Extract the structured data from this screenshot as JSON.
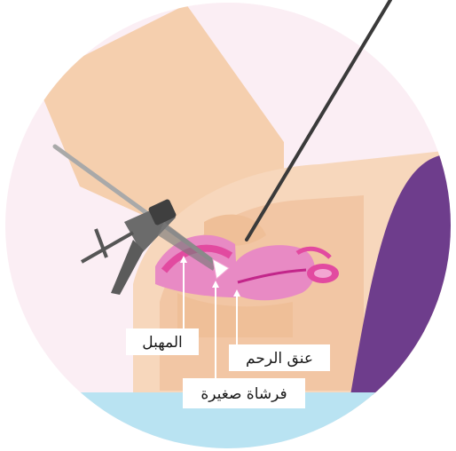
{
  "labels": {
    "speculum": "المهبل",
    "cervix": "عنق الرحم",
    "brush": "فرشاة صغيرة"
  },
  "colors": {
    "background_circle": "#fbeef4",
    "skin": "#f5cfae",
    "skin_shadow": "#efbf98",
    "vagina": "#e24aa0",
    "uterus": "#e88ac4",
    "uterus_dark": "#c2268a",
    "clothing": "#6e3d8c",
    "table": "#b9e3f2",
    "speculum": "#6b6b6b",
    "brush_rod": "#a9a9a9",
    "label_bg": "#ffffff",
    "text": "#1a1a1a"
  }
}
